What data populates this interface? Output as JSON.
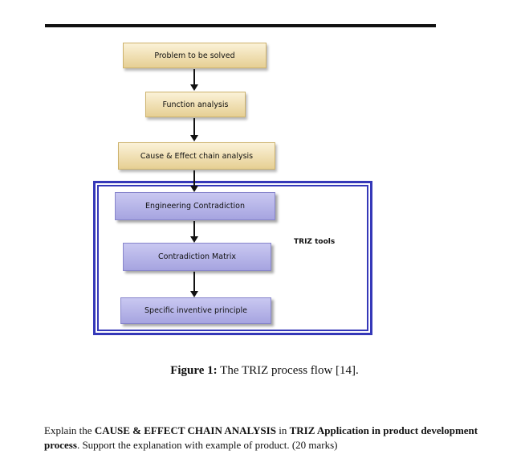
{
  "diagram": {
    "nodes": [
      {
        "id": "problem",
        "label": "Problem  to be solved"
      },
      {
        "id": "function",
        "label": "Function  analysis"
      },
      {
        "id": "cause_effect",
        "label": "Cause & Effect chain analysis"
      },
      {
        "id": "engineering",
        "label": "Engineering Contradiction"
      },
      {
        "id": "matrix",
        "label": "Contradiction Matrix"
      },
      {
        "id": "principle",
        "label": "Specific inventive principle"
      }
    ],
    "edges": [
      {
        "from": "problem",
        "to": "function"
      },
      {
        "from": "function",
        "to": "cause_effect"
      },
      {
        "from": "cause_effect",
        "to": "engineering"
      },
      {
        "from": "engineering",
        "to": "matrix"
      },
      {
        "from": "matrix",
        "to": "principle"
      }
    ],
    "group_label": "TRIZ tools"
  },
  "caption": {
    "prefix": "Figure 1:",
    "text": " The TRIZ process flow [14]."
  },
  "question": {
    "part1": "Explain the ",
    "bold1": "CAUSE & EFFECT CHAIN ANALYSIS",
    "part2": " in ",
    "bold2": "TRIZ Application in product development process",
    "part3": ". Support the explanation with example of product. (20 marks)"
  },
  "colors": {
    "tan_box": "#e6cf93",
    "lavender_box": "#a6a4e0",
    "frame_border": "#3538b8"
  }
}
